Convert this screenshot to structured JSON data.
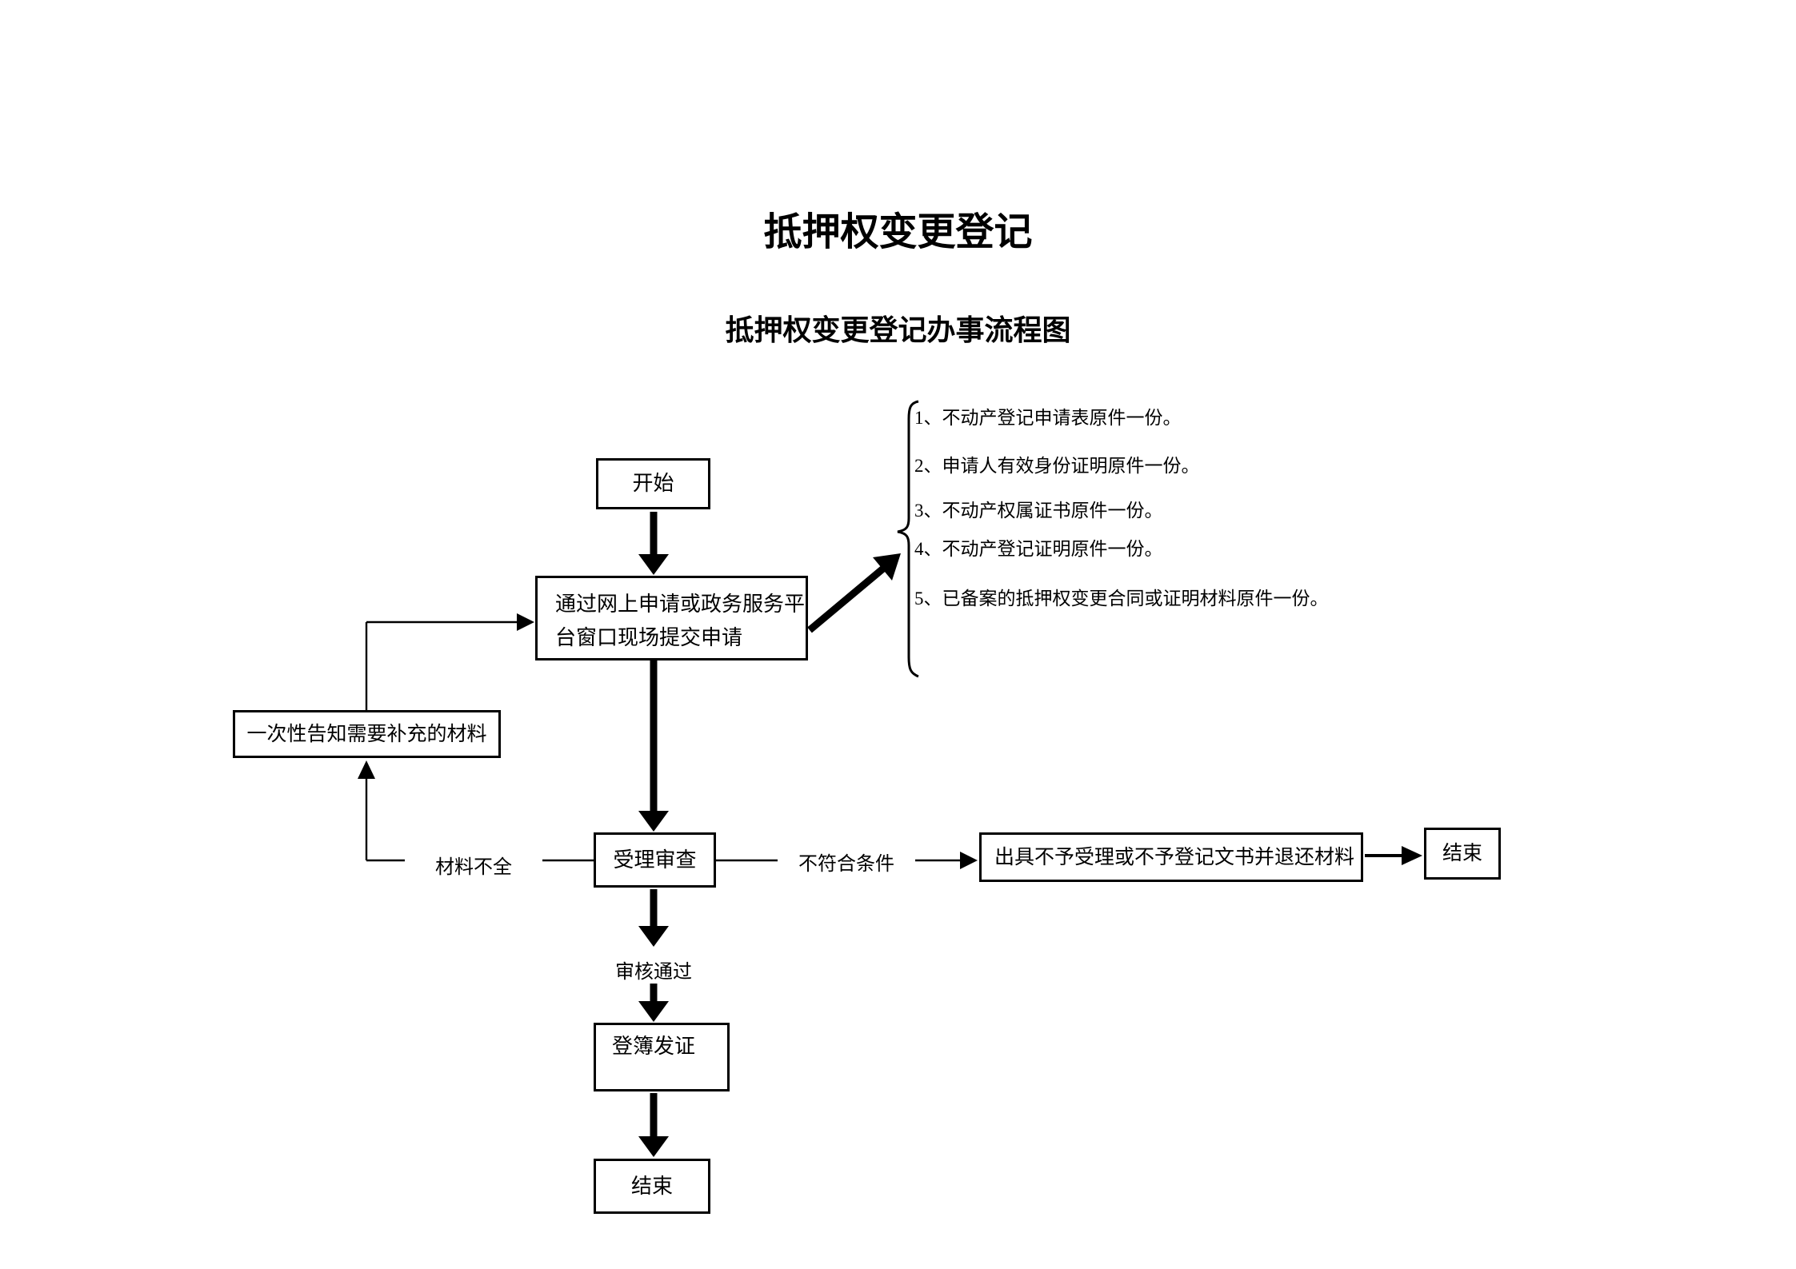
{
  "title": "抵押权变更登记",
  "subtitle": "抵押权变更登记办事流程图",
  "nodes": {
    "start": "开始",
    "apply_line1": "通过网上申请或政务服务平",
    "apply_line2": "台窗口现场提交申请",
    "notify": "一次性告知需要补充的材料",
    "review": "受理审查",
    "reject": "出具不予受理或不予登记文书并退还材料",
    "register": "登簿发证",
    "end_right": "结束",
    "end_bottom": "结束"
  },
  "edge_labels": {
    "materials_incomplete": "材料不全",
    "not_meet_conditions": "不符合条件",
    "review_passed": "审核通过"
  },
  "materials": [
    "1、不动产登记申请表原件一份。",
    "2、申请人有效身份证明原件一份。",
    "3、不动产权属证书原件一份。",
    "4、不动产登记证明原件一份。",
    "5、已备案的抵押权变更合同或证明材料原件一份。"
  ],
  "colors": {
    "ink": "#000000",
    "background": "#ffffff"
  }
}
